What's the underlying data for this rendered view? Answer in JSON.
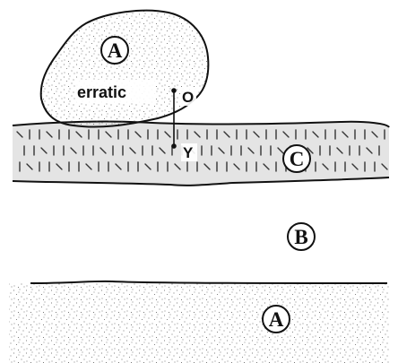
{
  "labels": {
    "erratic": "erratic",
    "point_o": "O",
    "point_y": "Y",
    "unit_a_boulder": "A",
    "unit_c": "C",
    "unit_b": "B",
    "unit_a_lower": "A"
  },
  "colors": {
    "stipple": "#5a5a5a",
    "unit_c_fill": "#e4e4e4",
    "outline": "#111111"
  }
}
